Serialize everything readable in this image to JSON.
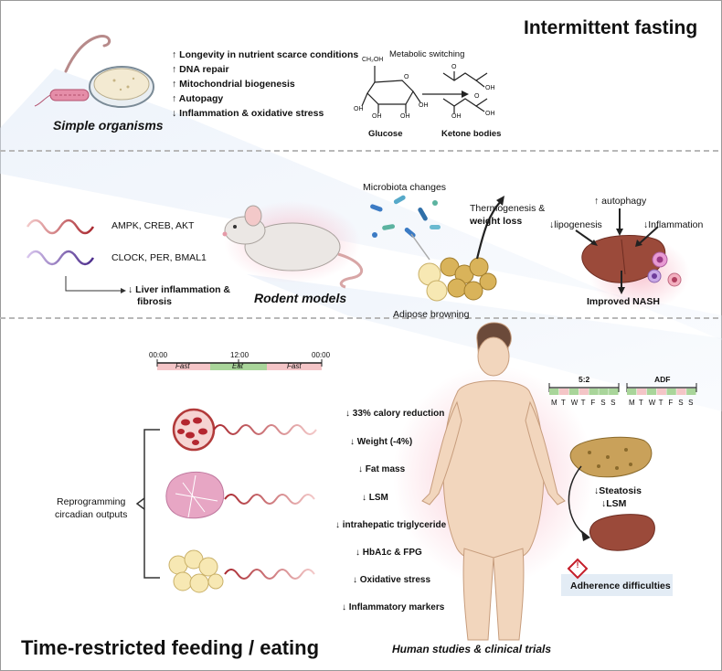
{
  "title_if": "Intermittent fasting",
  "title_trf": "Time-restricted feeding / eating",
  "panel1": {
    "label": "Simple organisms",
    "effects": [
      "↑ Longevity in nutrient scarce conditions",
      "↑ DNA repair",
      "↑ Mitochondrial biogenesis",
      "↑ Autopagy",
      "↓ Inflammation & oxidative stress"
    ],
    "metabolic_switching": "Metabolic switching",
    "glucose": "Glucose",
    "ketone": "Ketone bodies",
    "glucose_atoms": {
      "ch2oh": "CH₂OH",
      "oh1": "OH",
      "oh2": "OH",
      "oh3": "OH",
      "oh4": "OH",
      "o": "O"
    },
    "ketone_atoms": {
      "o1": "O",
      "oh1": "OH",
      "o2": "O",
      "oh2": "OH",
      "oh3": "OH"
    }
  },
  "panel2": {
    "label": "Rodent models",
    "wave1": "AMPK, CREB, AKT",
    "wave2": "CLOCK, PER, BMAL1",
    "liver_line1": "↓ Liver inflammation &",
    "liver_line2": "fibrosis",
    "microbiota": "Microbiota changes",
    "thermo_line1": "Thermogenesis &",
    "thermo_line2": "weight loss",
    "adipose": "Adipose browning",
    "autophagy": "↑ autophagy",
    "lipogenesis": "↓lipogenesis",
    "inflammation": "↓Inflammation",
    "nash": "Improved NASH"
  },
  "panel3": {
    "timeline": {
      "t0": "00:00",
      "t1": "12:00",
      "t2": "00:00",
      "fast1": "Fast",
      "eat": "Eat",
      "fast2": "Fast"
    },
    "reprogramming_line1": "Reprogramming",
    "reprogramming_line2": "circadian outputs",
    "effects": [
      "↓ 33% calory reduction",
      "↓ Weight (-4%)",
      "↓ Fat mass",
      "↓ LSM",
      "↓ intrahepatic triglyceride",
      "↓ HbA1c & FPG",
      "↓ Oxidative stress",
      "↓ Inflammatory markers"
    ],
    "schedule_52": "5:2",
    "schedule_adf": "ADF",
    "days": [
      "M",
      "T",
      "W",
      "T",
      "F",
      "S",
      "S"
    ],
    "steatosis": "↓Steatosis",
    "lsm": "↓LSM",
    "adherence": "Adherence difficulties",
    "warning_symbol": "!",
    "human_label": "Human studies & clinical trials"
  },
  "colors": {
    "fast": "#f4c5c7",
    "eat": "#a9d59a",
    "wave_red": "#a9282f",
    "wave_purple": "#5a3a9a",
    "liver": "#9b4a3a",
    "fat": "#f0d98a"
  }
}
